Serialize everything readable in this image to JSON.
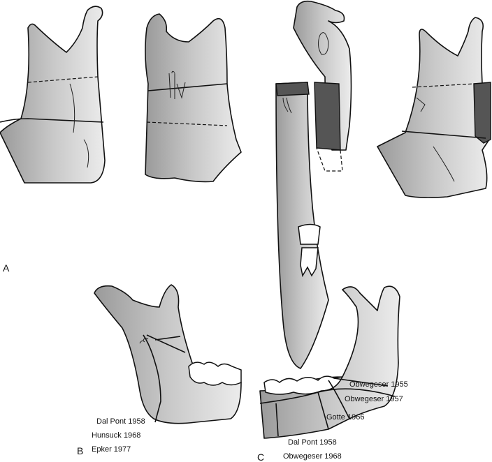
{
  "panels": {
    "a": "A",
    "b": "B",
    "c": "C"
  },
  "panel_b_labels": [
    "Dal Pont 1958",
    "Hunsuck 1968",
    "Epker 1977"
  ],
  "panel_c_labels": [
    "Obwegeser 1955",
    "Obwegeser 1957",
    "Gotte 1966",
    "Dal Pont 1958",
    "Obwegeser 1968"
  ],
  "colors": {
    "bone_light": "#e8e8e8",
    "bone_dark": "#9a9a9a",
    "line": "#111111"
  }
}
